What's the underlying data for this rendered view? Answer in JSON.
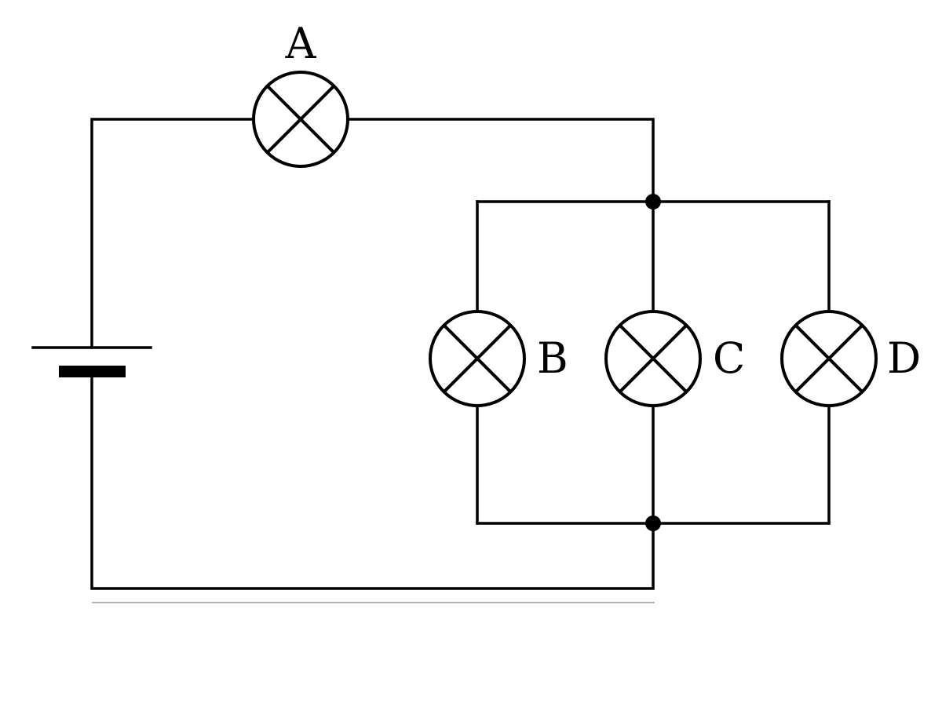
{
  "diagram": {
    "colors": {
      "ink": "#000000",
      "background": "#ffffff",
      "underline": "#999999"
    },
    "bulbs": [
      {
        "id": "A",
        "label": "A"
      },
      {
        "id": "B",
        "label": "B"
      },
      {
        "id": "C",
        "label": "C"
      },
      {
        "id": "D",
        "label": "D"
      }
    ],
    "battery": {
      "icon": "battery-icon"
    }
  }
}
